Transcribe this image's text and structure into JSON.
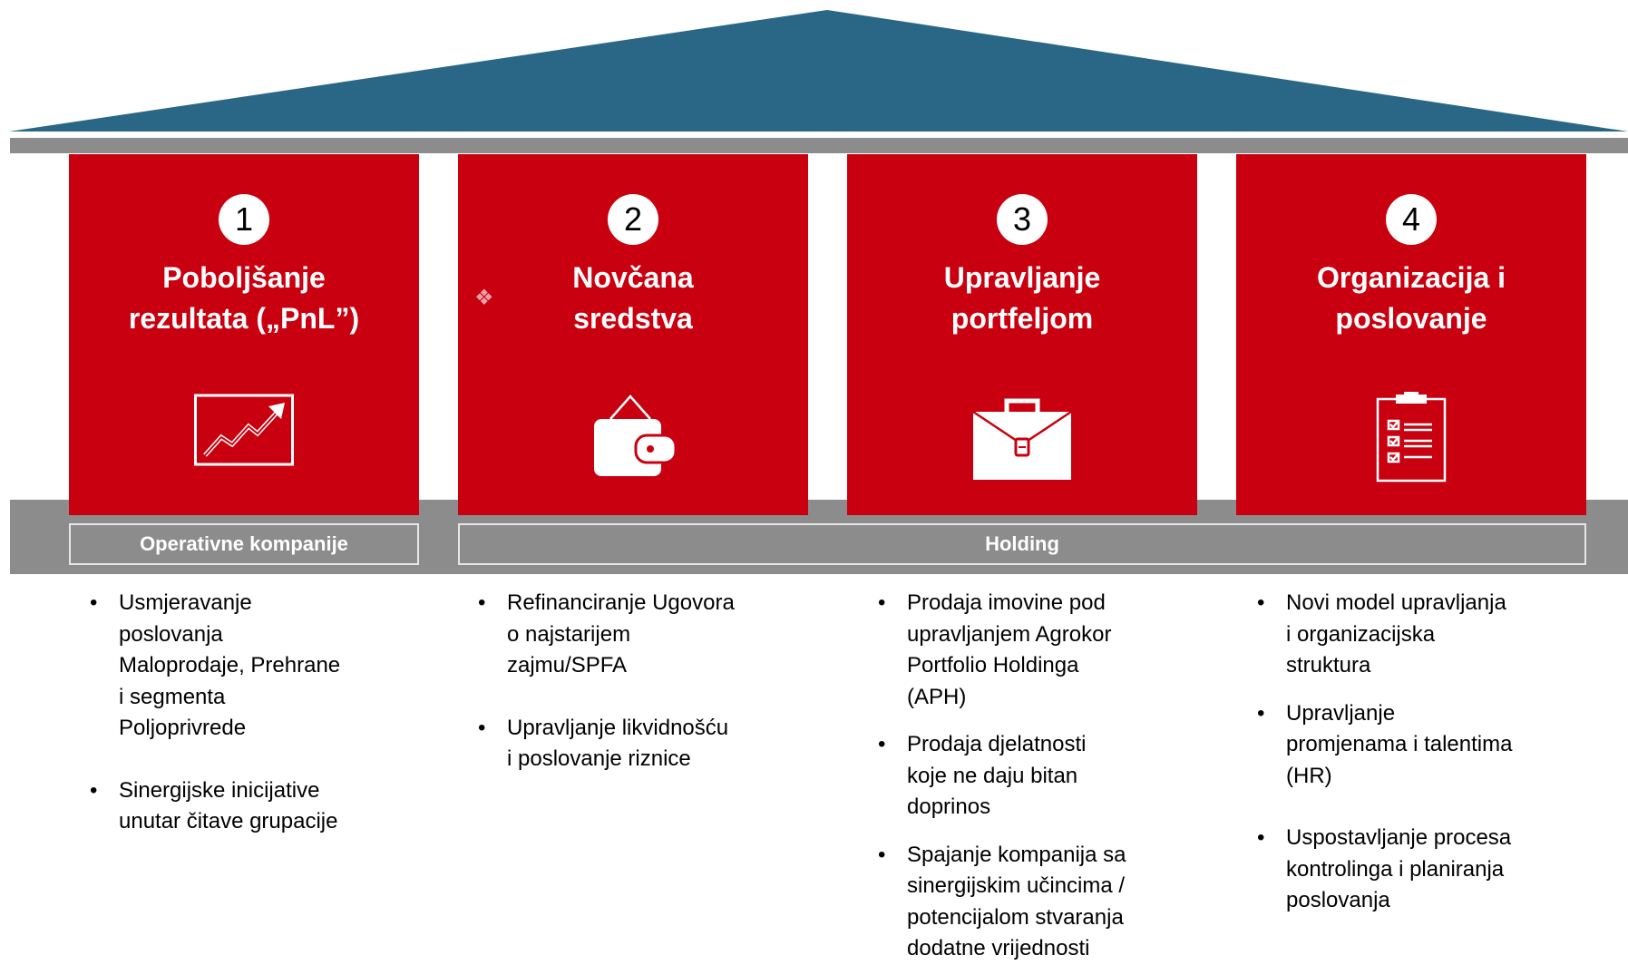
{
  "pillars": [
    {
      "number": "1",
      "title_line1": "Poboljšanje",
      "title_line2": "rezultata („PnL”)",
      "icon": "trend-chart-icon"
    },
    {
      "number": "2",
      "title_line1": "Novčana",
      "title_line2": "sredstva",
      "icon": "wallet-icon"
    },
    {
      "number": "3",
      "title_line1": "Upravljanje",
      "title_line2": "portfeljom",
      "icon": "briefcase-icon"
    },
    {
      "number": "4",
      "title_line1": "Organizacija i",
      "title_line2": "poslovanje",
      "icon": "clipboard-checklist-icon"
    }
  ],
  "foundation": {
    "left_label": "Operativne kompanije",
    "right_label": "Holding"
  },
  "bullets": [
    [
      "Usmjeravanje\nposlovanja\nMaloprodaje, Prehrane\ni segmenta\nPoljoprivrede",
      "Sinergijske inicijative\nunutar čitave grupacije"
    ],
    [
      "Refinanciranje Ugovora\no najstarijem\nzajmu/SPFA",
      "Upravljanje likvidnošću\ni poslovanje riznice"
    ],
    [
      "Prodaja imovine pod\nupravljanjem Agrokor\nPortfolio Holdinga\n(APH)",
      "Prodaja djelatnosti\nkoje ne daju bitan\ndoprinos",
      "Spajanje kompanija sa\nsinergijskim učincima /\npotencijalom stvaranja\ndodatne vrijednosti"
    ],
    [
      "Novi model upravljanja\ni organizacijska\nstruktura",
      "Upravljanje\npromjenama i talentima\n(HR)",
      "Uspostavljanje procesa\nkontrolinga i planiranja\nposlovanja"
    ]
  ],
  "colors": {
    "roof": "#2a6787",
    "pillar": "#c8000f",
    "beam": "#8c8c8c"
  }
}
